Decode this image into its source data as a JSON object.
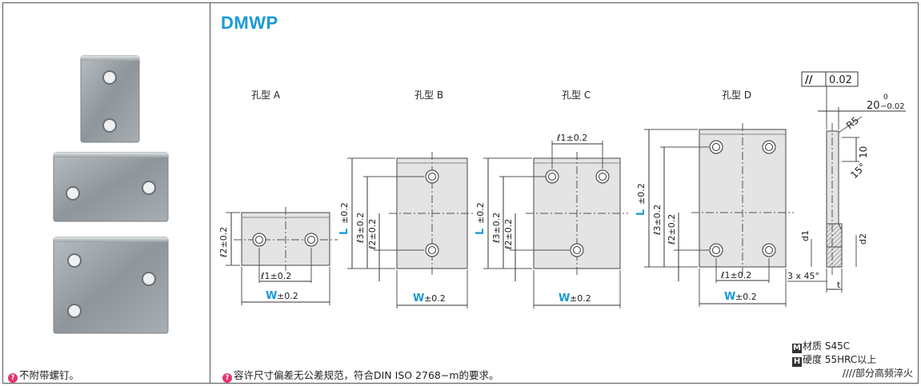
{
  "product": {
    "code": "DMWP"
  },
  "left_note": "不附带螺钉。",
  "bottom_note": "容许尺寸偏差无公差规范，符合DIN ISO 2768−m的要求。",
  "hole_types": [
    "孔型 A",
    "孔型 B",
    "孔型 C",
    "孔型 D"
  ],
  "dimension_labels": {
    "L": "L",
    "W": "W",
    "tol": "±0.2",
    "l1": "ℓ1±0.2",
    "l2": "ℓ2±0.2",
    "l3": "ℓ3±0.2",
    "d1": "d1",
    "d2": "d2",
    "t": "t"
  },
  "side_view": {
    "flatness": "0.02",
    "height": "20",
    "height_tol_upper": "0",
    "height_tol_lower": "−0.02",
    "radius": "R5",
    "dim_10": "10",
    "angle": "15°",
    "chamfer": "3 x 45°"
  },
  "specs": {
    "material_tag": "M",
    "material_label": "材质",
    "material_value": "S45C",
    "hardness_tag": "H",
    "hardness_label": "硬度",
    "hardness_value": "55HRC以上",
    "quench_note": "////部分高频淬火"
  },
  "colors": {
    "accent": "#1a9ad6",
    "note_icon": "#e5336c",
    "part_fill": "#e4e4e4"
  }
}
